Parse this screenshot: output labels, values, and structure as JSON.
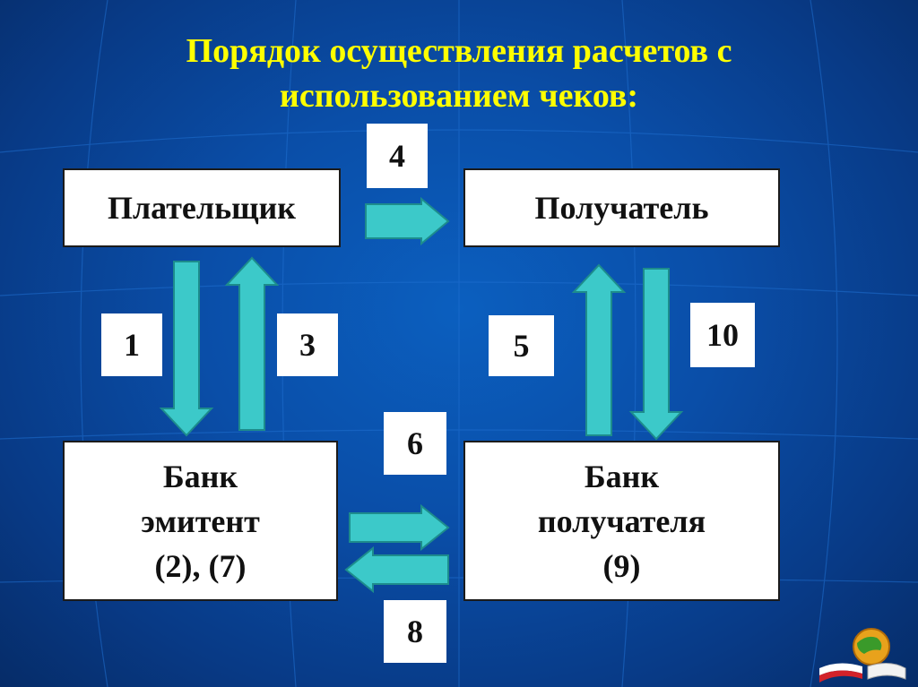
{
  "title": {
    "line1": "Порядок осуществления расчетов с",
    "line2": "использованием чеков:"
  },
  "boxes": {
    "payer": "Плательщик",
    "recipient": "Получатель",
    "issuer_bank": {
      "line1": "Банк",
      "line2": "эмитент",
      "line3": "(2), (7)"
    },
    "recipient_bank": {
      "line1": "Банк",
      "line2": "получателя",
      "line3": "(9)"
    }
  },
  "steps": {
    "s1": "1",
    "s3": "3",
    "s4": "4",
    "s5": "5",
    "s6": "6",
    "s8": "8",
    "s10": "10"
  },
  "colors": {
    "background": "#0a4ea8",
    "title": "#ffff00",
    "arrow_fill": "#3cc9c9",
    "box": "#ffffff"
  }
}
